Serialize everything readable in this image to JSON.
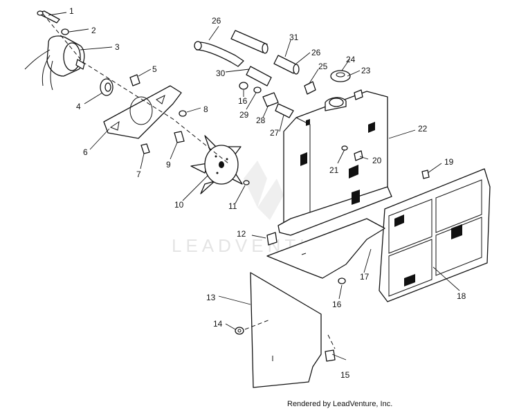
{
  "watermark": {
    "text": "LEADVENTURE"
  },
  "footer": {
    "credit": "Rendered by LeadVenture, Inc."
  },
  "callouts": {
    "c1": "1",
    "c2": "2",
    "c3": "3",
    "c4": "4",
    "c5": "5",
    "c6": "6",
    "c7": "7",
    "c8": "8",
    "c9": "9",
    "c10": "10",
    "c11": "11",
    "c12": "12",
    "c13": "13",
    "c14": "14",
    "c15": "15",
    "c16a": "16",
    "c16b": "16",
    "c17": "17",
    "c18": "18",
    "c19": "19",
    "c20": "20",
    "c21": "21",
    "c22": "22",
    "c23": "23",
    "c24": "24",
    "c25": "25",
    "c26a": "26",
    "c26b": "26",
    "c27": "27",
    "c28": "28",
    "c29": "29",
    "c30": "30",
    "c31": "31"
  }
}
